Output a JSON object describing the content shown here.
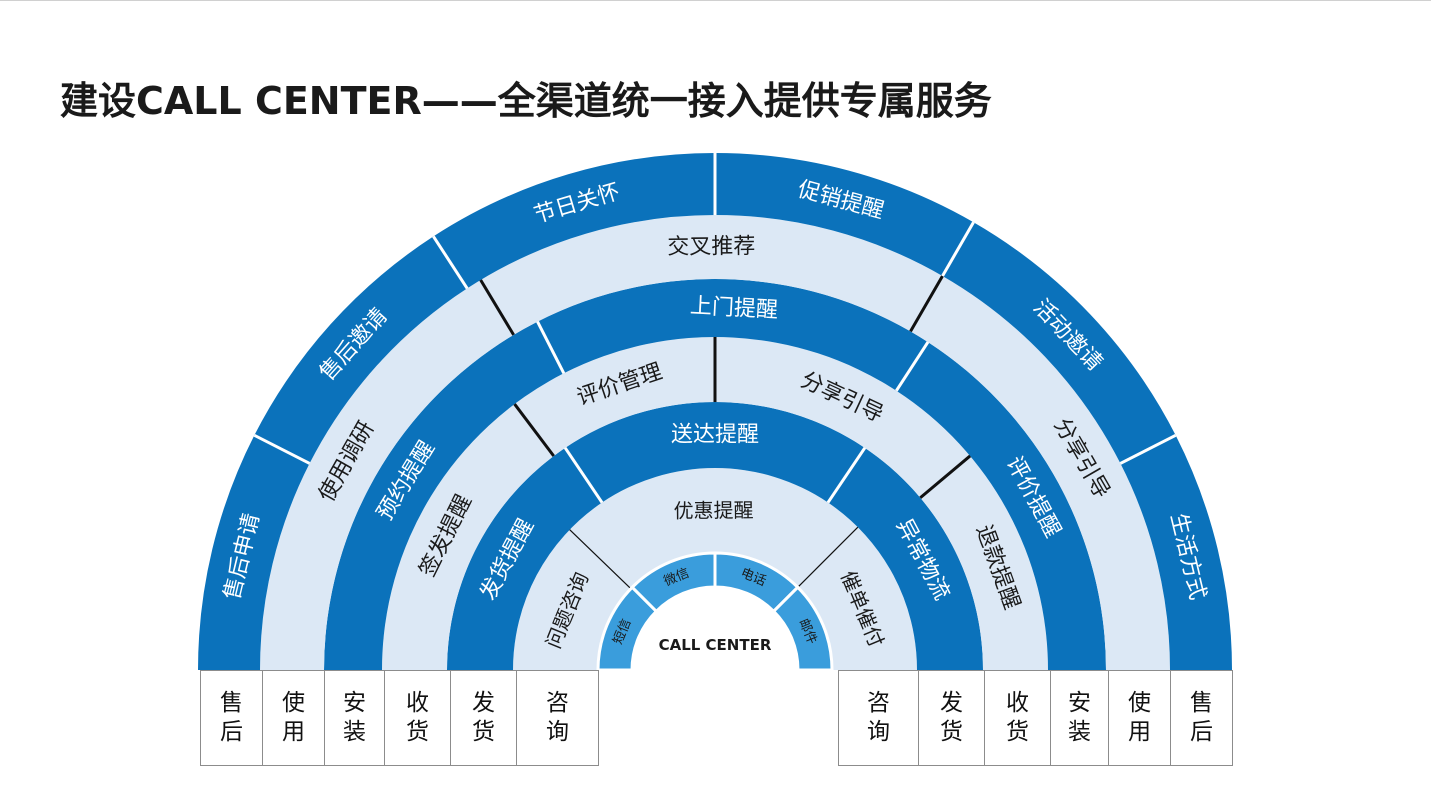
{
  "title": "建设CALL CENTER——全渠道统一接入提供专属服务",
  "colors": {
    "dark_blue": "#0b72bb",
    "light_blue": "#dce8f5",
    "channel_blue": "#3a9ddc",
    "divider_white": "#ffffff",
    "divider_black": "#111111",
    "text_white": "#ffffff",
    "text_dark": "#1a1a1a"
  },
  "center": {
    "label": "CALL CENTER"
  },
  "channels": [
    "短信",
    "微信",
    "电话",
    "邮件"
  ],
  "rings": [
    {
      "id": "ring-consult",
      "shade": "light",
      "segments": [
        "问题咨询",
        "优惠提醒",
        "催单催付"
      ]
    },
    {
      "id": "ring-ship",
      "shade": "dark",
      "segments": [
        "发货提醒",
        "送达提醒",
        "异常物流"
      ]
    },
    {
      "id": "ring-receive",
      "shade": "light",
      "segments": [
        "签发提醒",
        "评价管理",
        "分享引导",
        "退款提醒"
      ]
    },
    {
      "id": "ring-install",
      "shade": "dark",
      "segments": [
        "预约提醒",
        "上门提醒",
        "评价提醒"
      ]
    },
    {
      "id": "ring-use",
      "shade": "light",
      "segments": [
        "使用调研",
        "交叉推荐",
        "分享引导"
      ]
    },
    {
      "id": "ring-aftersale",
      "shade": "dark",
      "segments": [
        "售后申请",
        "售后邀请",
        "节日关怀",
        "促销提醒",
        "活动邀请",
        "生活方式"
      ]
    }
  ],
  "columns_left": [
    "售后",
    "使用",
    "安装",
    "收货",
    "发货",
    "咨询"
  ],
  "columns_right": [
    "咨询",
    "发货",
    "收货",
    "安装",
    "使用",
    "售后"
  ]
}
